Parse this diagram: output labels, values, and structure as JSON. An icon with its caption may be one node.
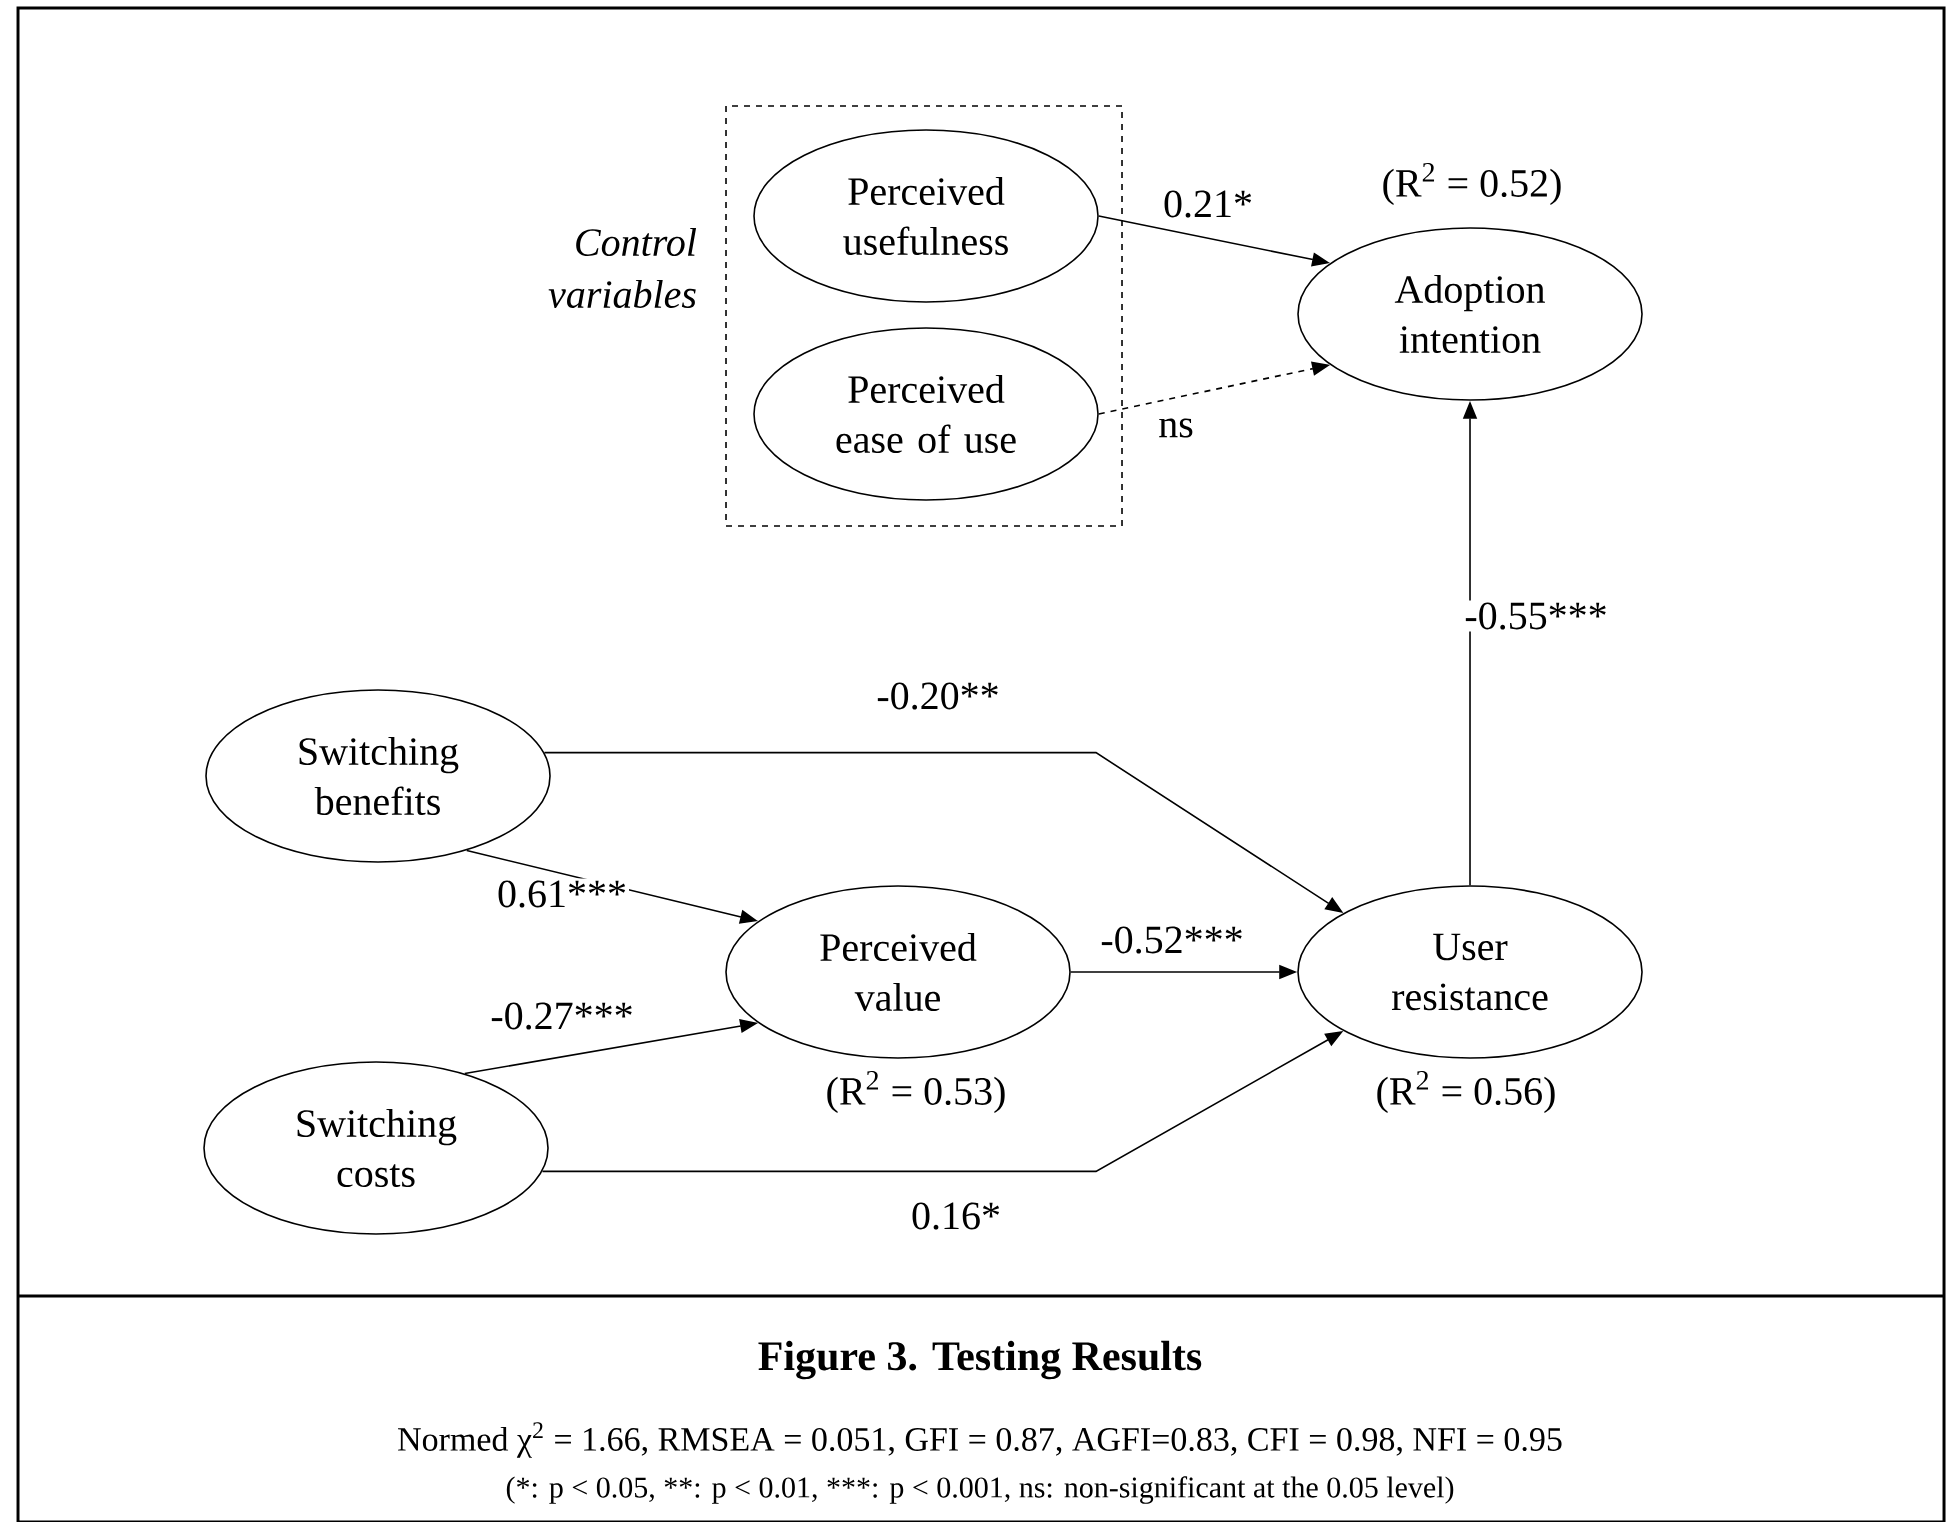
{
  "diagram": {
    "caption": "Figure 3. Testing Results",
    "nodes": [
      {
        "text": [
          "Control variables"
        ]
      },
      {
        "text": [
          "Perceived usefulness"
        ],
        "in": 0
      },
      {
        "text": [
          "Perceived ease of use"
        ],
        "in": 0
      },
      {
        "text": [
          "Adoption intention"
        ],
        "beside": [
          "(R$^{2}$ = 0.52)"
        ]
      },
      {
        "text": [
          "Switching benefits"
        ]
      },
      {
        "text": [
          "Switching costs"
        ]
      },
      {
        "text": [
          "Perceived value"
        ],
        "beside": [
          "(R$^{2}$ = 0.53)"
        ]
      },
      {
        "text": [
          "User resistance"
        ],
        "beside": [
          "(R$^{2}$ = 0.56)"
        ]
      }
    ],
    "edges": [
      {
        "from": 1,
        "to": 3,
        "arrow": "to",
        "label": "0.21*"
      },
      {
        "from": 2,
        "to": 3,
        "arrow": "to",
        "label": "ns",
        "style": "dashed"
      },
      {
        "from": 7,
        "to": 3,
        "arrow": "to",
        "label": "-0.55***"
      },
      {
        "from": 4,
        "to": 7,
        "arrow": "to",
        "label": "-0.20**"
      },
      {
        "from": 4,
        "to": 6,
        "arrow": "to",
        "label": "0.61***"
      },
      {
        "from": 5,
        "to": 6,
        "arrow": "to",
        "label": "-0.27***"
      },
      {
        "from": 6,
        "to": 7,
        "arrow": "to",
        "label": "-0.52***"
      },
      {
        "from": 5,
        "to": 7,
        "arrow": "to",
        "label": "0.16*"
      }
    ],
    "labels": [
      "Normed χ$^{2}$ = 1.66, RMSEA = 0.051, GFI = 0.87, AGFI=0.83, CFI = 0.98, NFI = 0.95",
      "(*: p < 0.05, **: p < 0.01, ***: p < 0.001, ns: non-significant at the 0.05 level)"
    ]
  }
}
